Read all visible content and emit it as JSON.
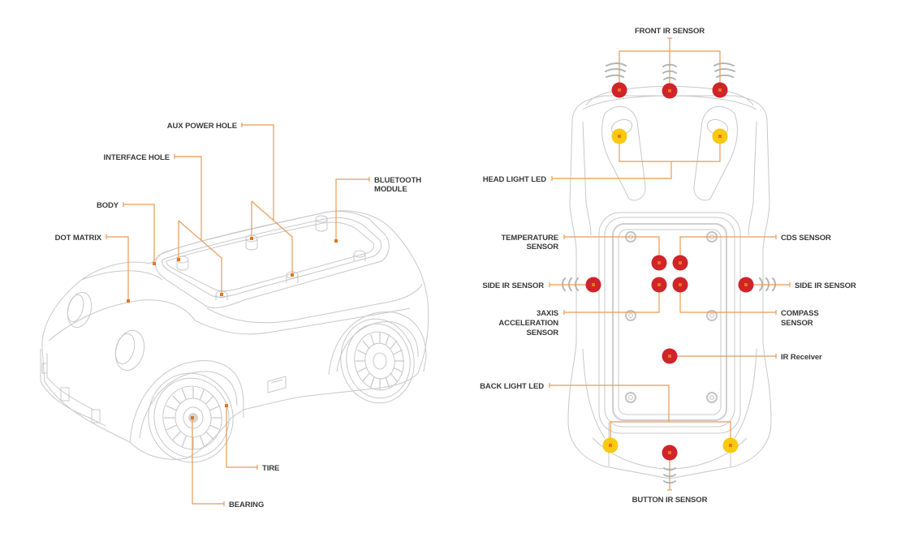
{
  "diagram": {
    "colors": {
      "leader": "#e89a55",
      "sensor": "#d0232a",
      "led": "#f8c90f",
      "marker": "#e8751c",
      "outline": "#c8c8c8",
      "text": "#3a3a3a"
    },
    "left_view": {
      "title": "car-perspective-view",
      "labels": {
        "aux_power_hole": "AUX POWER HOLE",
        "interface_hole": "INTERFACE HOLE",
        "body": "BODY",
        "dot_matrix": "DOT MATRIX",
        "bluetooth_line1": "BLUETOOTH",
        "bluetooth_line2": "MODULE",
        "tire": "TIRE",
        "bearing": "BEARING"
      }
    },
    "right_view": {
      "title": "car-top-view",
      "labels": {
        "front_ir": "FRONT IR SENSOR",
        "head_light": "HEAD LIGHT LED",
        "temperature_line1": "TEMPERATURE",
        "temperature_line2": "SENSOR",
        "cds": "CDS SENSOR",
        "side_ir_left": "SIDE IR SENSOR",
        "side_ir_right": "SIDE IR SENSOR",
        "accel_line1": "3AXIS",
        "accel_line2": "ACCELERATION",
        "accel_line3": "SENSOR",
        "compass_line1": "COMPASS",
        "compass_line2": "SENSOR",
        "ir_receiver": "IR Receiver",
        "back_light": "BACK LIGHT LED",
        "button_ir": "BUTTON IR SENSOR"
      }
    }
  }
}
